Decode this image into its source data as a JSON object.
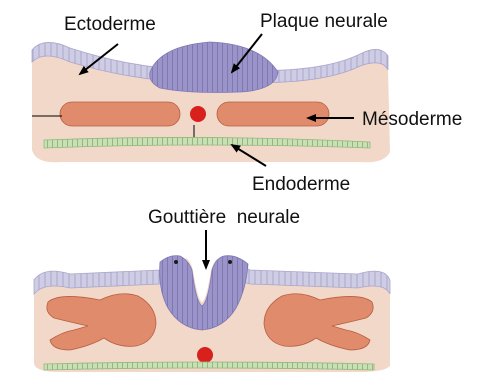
{
  "diagram": {
    "upper_stage": {
      "labels": {
        "ectoderm": "Ectoderme",
        "neural_plate": "Plaque neurale",
        "mesoderm": "Mésoderme",
        "endoderm": "Endoderme"
      }
    },
    "lower_stage": {
      "labels": {
        "neural_groove": "Gouttière  neurale"
      }
    },
    "colors": {
      "ectoderm": "#cfcde4",
      "neural_tissue": "#9b94c8",
      "mesoderm": "#e08c6c",
      "notochord": "#d8201c",
      "endoderm": "#c9dfb6",
      "mesenchyme_background": "#f1d8c9"
    }
  }
}
